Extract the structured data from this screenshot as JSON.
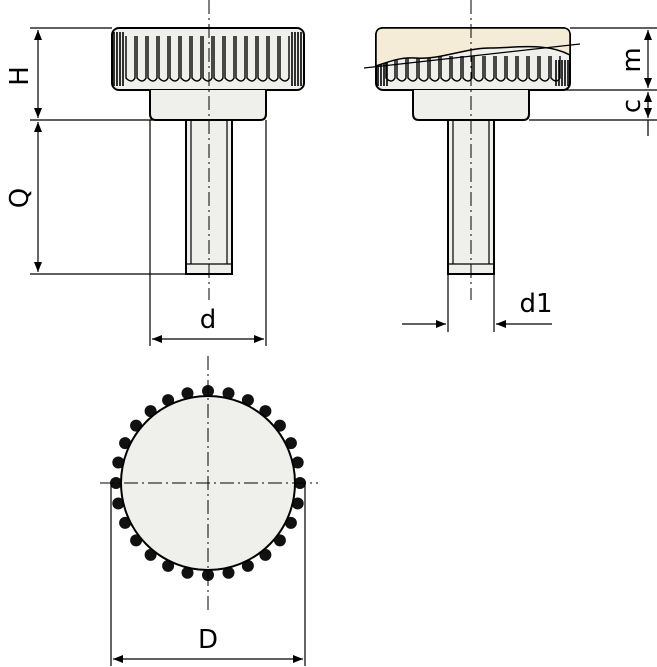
{
  "labels": {
    "H": "H",
    "Q": "Q",
    "d": "d",
    "m": "m",
    "c": "c",
    "d1": "d1",
    "D": "D"
  },
  "colors": {
    "line": "#000000",
    "knob_fill": "#efefec",
    "cap_fill": "#f5ecd8",
    "background": "#ffffff"
  }
}
